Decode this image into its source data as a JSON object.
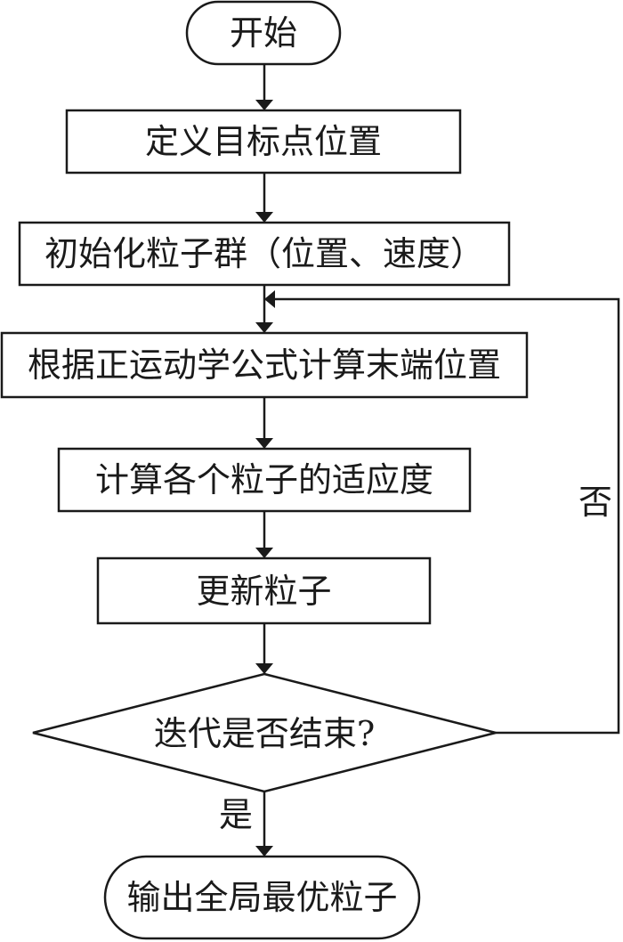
{
  "flowchart": {
    "nodes": {
      "start": {
        "shape": "terminator",
        "label": "开始"
      },
      "define_target": {
        "shape": "process",
        "label": "定义目标点位置"
      },
      "init_swarm": {
        "shape": "process",
        "label": "初始化粒子群（位置、速度）"
      },
      "forward_kinematics": {
        "shape": "process",
        "label": "根据正运动学公式计算末端位置"
      },
      "fitness": {
        "shape": "process",
        "label": "计算各个粒子的适应度"
      },
      "update": {
        "shape": "process",
        "label": "更新粒子"
      },
      "decision": {
        "shape": "decision",
        "label": "迭代是否结束?"
      },
      "output": {
        "shape": "terminator",
        "label": "输出全局最优粒子"
      }
    },
    "edges": {
      "yes_label": "是",
      "no_label": "否"
    }
  },
  "colors": {
    "stroke": "#1a1a1a",
    "fill": "#ffffff"
  }
}
